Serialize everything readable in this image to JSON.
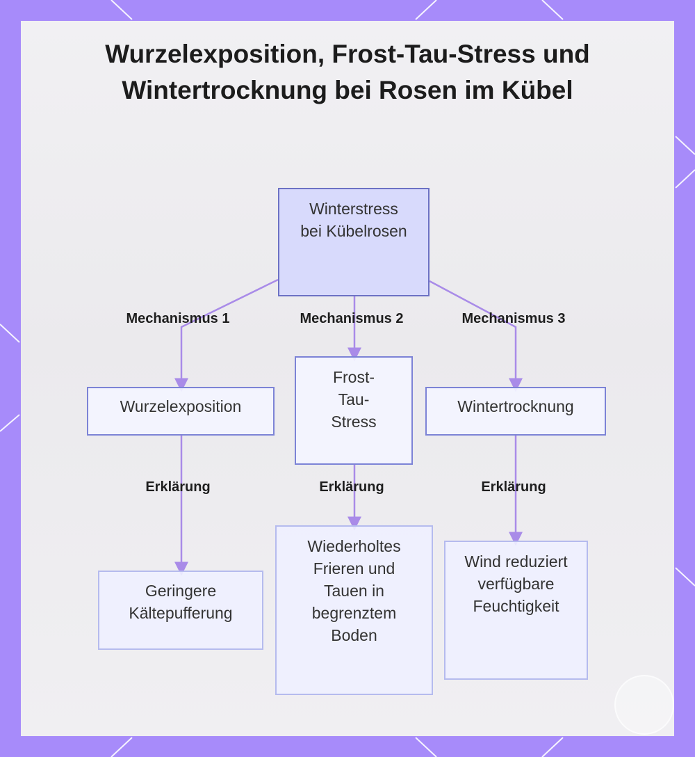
{
  "title": "Wurzelexposition, Frost-Tau-Stress und Wintertrocknung bei Rosen im Kübel",
  "nodes": {
    "root": "Winterstress bei Kübelrosen",
    "mech1": "Wurzelexposition",
    "mech2": "Frost-Tau-Stress",
    "mech3": "Wintertrocknung",
    "exp1": "Geringere Kältepufferung",
    "exp2": "Wiederholtes Frieren und Tauen in begrenztem Boden",
    "exp3": "Wind reduziert verfügbare Feuchtigkeit"
  },
  "edge_labels": {
    "m1": "Mechanismus 1",
    "m2": "Mechanismus 2",
    "m3": "Mechanismus 3",
    "e1": "Erklärung",
    "e2": "Erklärung",
    "e3": "Erklärung"
  },
  "colors": {
    "frame": "#a78bfa",
    "edge": "#a98be8",
    "node_border": "#7c83d6",
    "root_fill": "#d8dafc"
  }
}
